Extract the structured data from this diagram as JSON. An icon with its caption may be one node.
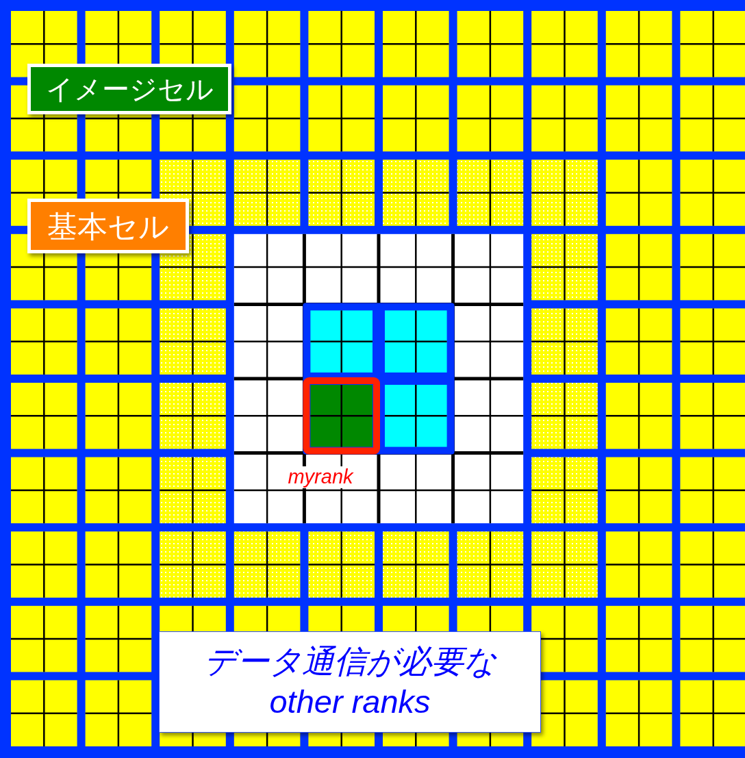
{
  "diagram": {
    "nodes": [
      {
        "text": [
          "イメージセル"
        ]
      },
      {
        "text": [
          "基本セル"
        ]
      },
      {
        "text": [
          "データ通信が必要な other ranks"
        ]
      }
    ],
    "labels": [
      "myrank"
    ]
  }
}
